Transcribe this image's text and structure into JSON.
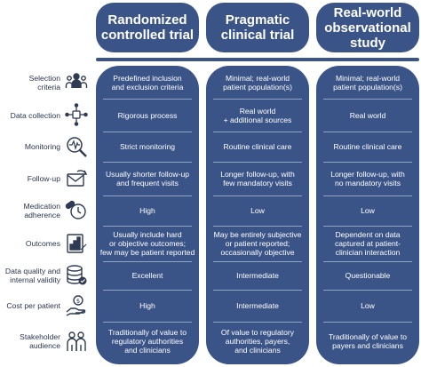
{
  "columns": [
    {
      "title": "Randomized\ncontrolled trial"
    },
    {
      "title": "Pragmatic\nclinical trial"
    },
    {
      "title": "Real-world\nobservational\nstudy"
    }
  ],
  "rows": [
    {
      "label": "Selection\ncriteria",
      "icon": "group-of-people-icon",
      "cells": [
        "Predefined inclusion\nand exclusion criteria",
        "Minimal; real-world\npatient population(s)",
        "Minimal; real-world\npatient population(s)"
      ]
    },
    {
      "label": "Data collection",
      "icon": "network-nodes-icon",
      "cells": [
        "Rigorous process",
        "Real world\n+ additional sources",
        "Real world"
      ]
    },
    {
      "label": "Monitoring",
      "icon": "magnifier-heartbeat-icon",
      "cells": [
        "Strict monitoring",
        "Routine clinical care",
        "Routine clinical care"
      ]
    },
    {
      "label": "Follow-up",
      "icon": "envelope-arrow-icon",
      "cells": [
        "Usually shorter follow-up\nand frequent visits",
        "Longer follow-up, with\nfew mandatory visits",
        "Longer follow-up, with\nno mandatory visits"
      ]
    },
    {
      "label": "Medication\nadherence",
      "icon": "pill-clock-icon",
      "cells": [
        "High",
        "Low",
        "Low"
      ]
    },
    {
      "label": "Outcomes",
      "icon": "bar-chart-document-icon",
      "cells": [
        "Usually include hard\nor objective outcomes;\nfew may be patient reported",
        "May be entirely subjective\nor patient reported;\noccasionally objective",
        "Dependent on data\ncaptured at patient-\nclinician interaction"
      ]
    },
    {
      "label": "Data quality and\ninternal validity",
      "icon": "database-check-icon",
      "cells": [
        "Excellent",
        "Intermediate",
        "Questionable"
      ]
    },
    {
      "label": "Cost per patient",
      "icon": "hand-coin-icon",
      "cells": [
        "High",
        "Intermediate",
        "Low"
      ]
    },
    {
      "label": "Stakeholder\naudience",
      "icon": "two-people-icon",
      "cells": [
        "Traditionally of value to\nregulatory authorities\nand clinicians",
        "Of value to regulatory\nauthorities, payers,\nand clinicians",
        "Traditionally of value to\npayers and clinicians"
      ]
    }
  ]
}
